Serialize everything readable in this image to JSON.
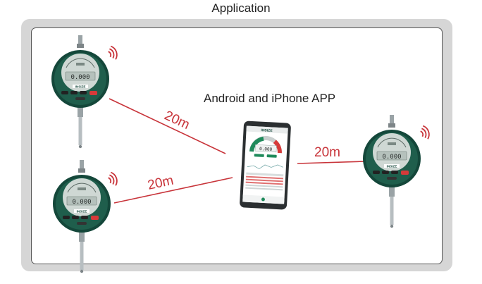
{
  "header": {
    "title": "Application"
  },
  "app_label": "Android and iPhone APP",
  "links": {
    "top_left": "20m",
    "bottom_left": "20m",
    "right": "20m"
  },
  "gauge": {
    "brand": "INSIZE",
    "reading": "0.000"
  },
  "phone": {
    "brand": "INSIZE",
    "reading": "0.000"
  },
  "colors": {
    "link_line": "#c8343a",
    "gauge_body": "#14473a",
    "frame": "#d6d6d6"
  },
  "icons": {
    "wireless": "wireless-signal-icon"
  }
}
